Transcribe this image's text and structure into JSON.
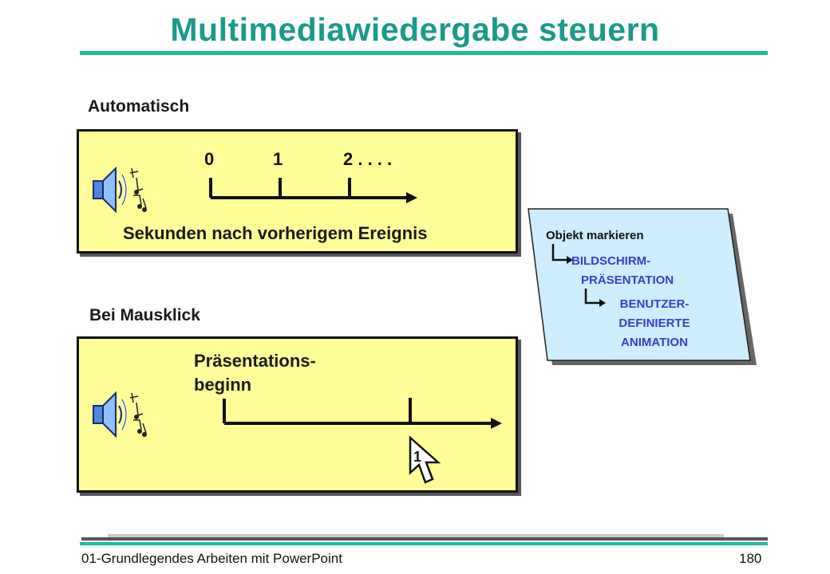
{
  "slide": {
    "title": "Multimediawiedergabe steuern"
  },
  "automatic": {
    "heading": "Automatisch",
    "ticks": [
      "0",
      "1",
      "2 . . . ."
    ],
    "caption": "Sekunden nach vorherigem Ereignis"
  },
  "mouse_click": {
    "heading": "Bei Mausklick",
    "caption_line1": "Präsentations-",
    "caption_line2": "beginn"
  },
  "menu_path": {
    "step1": "Objekt markieren",
    "step2_line1": "BILDSCHIRM-",
    "step2_line2": "PRÄSENTATION",
    "step3_line1": "BENUTZER-",
    "step3_line2": "DEFINIERTE",
    "step3_line3": "ANIMATION"
  },
  "footer": {
    "left": "01-Grundlegendes Arbeiten mit PowerPoint",
    "page_number": "180"
  },
  "colors": {
    "title": "#1a9a8a",
    "rule": "#22b89f",
    "panel_fill": "#fffe99",
    "callout_fill": "#cceeff",
    "callout_text": "#3a3ad0"
  },
  "icons": {
    "speaker": "speaker-icon",
    "music_notes": "music-notes-icon",
    "mouse_pointer": "mouse-pointer-icon"
  }
}
